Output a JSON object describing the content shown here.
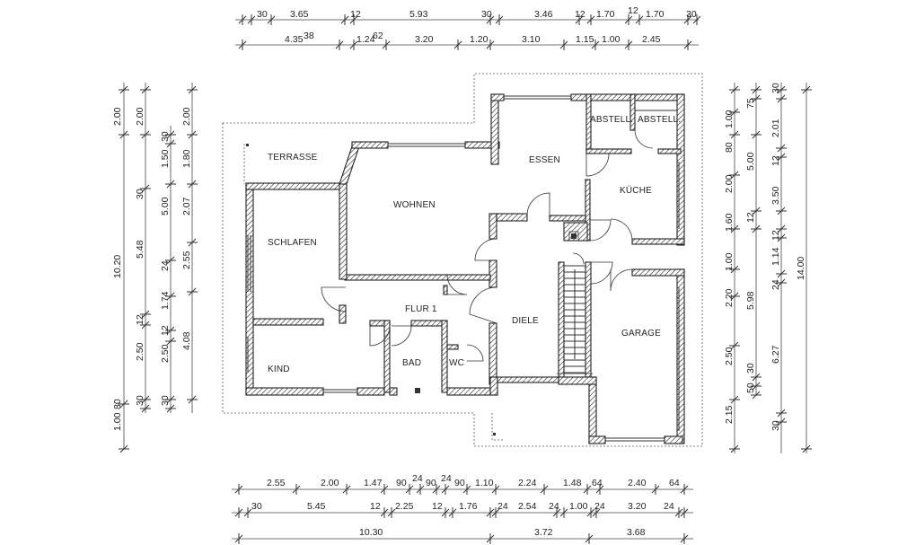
{
  "rooms": {
    "terrasse": "TERRASSE",
    "wohnen": "WOHNEN",
    "essen": "ESSEN",
    "abstell1": "ABSTELL.",
    "abstell2": "ABSTELL.",
    "kueche": "KÜCHE",
    "schlafen": "SCHLAFEN",
    "flur": "FLUR 1",
    "diele": "DIELE",
    "garage": "GARAGE",
    "kind": "KIND",
    "bad": "BAD",
    "wc": "WC"
  },
  "dims_top": {
    "row1": [
      "30",
      "3.65",
      "12",
      "5.93",
      "30",
      "3.46",
      "12",
      "1.70",
      "12",
      "1.70",
      "30"
    ],
    "row2": [
      "4.35",
      "38",
      "1.24",
      "62",
      "3.20",
      "1.20",
      "3.10",
      "1.15",
      "1.00",
      "2.45"
    ]
  },
  "dims_bottom": {
    "row1": [
      "2.55",
      "2.00",
      "1.47",
      "90",
      "24",
      "90",
      "24",
      "90",
      "1.10",
      "2.24",
      "1.48",
      "64",
      "2.40",
      "64"
    ],
    "row2": [
      "30",
      "5.45",
      "12",
      "2.25",
      "12",
      "1.76",
      "24",
      "2.54",
      "24",
      "1.00",
      "24",
      "3.20",
      "24"
    ],
    "row3": [
      "10.30",
      "3.72",
      "3.68"
    ]
  },
  "dims_left": {
    "col1": [
      "2.00",
      "10.20",
      "1.00"
    ],
    "col2": [
      "2.00",
      "30",
      "5.48",
      "12",
      "2.50",
      "30"
    ],
    "col3": [
      "30",
      "1.50",
      "5.00",
      "24",
      "1.74",
      "12",
      "2.50",
      "30"
    ],
    "col4": [
      "2.00",
      "1.80",
      "2.07",
      "2.55",
      "4.08",
      "80"
    ]
  },
  "dims_right": {
    "col1": [
      "1.00",
      "80",
      "2.00",
      "1.60",
      "1.00",
      "2.20",
      "2.50",
      "2.15"
    ],
    "col2": [
      "75",
      "5.00",
      "12",
      "5.98",
      "30",
      "50"
    ],
    "col3": [
      "30",
      "2.01",
      "12",
      "3.50",
      "12",
      "1.14",
      "24",
      "6.27",
      "30"
    ],
    "col4": [
      "14.00"
    ]
  }
}
